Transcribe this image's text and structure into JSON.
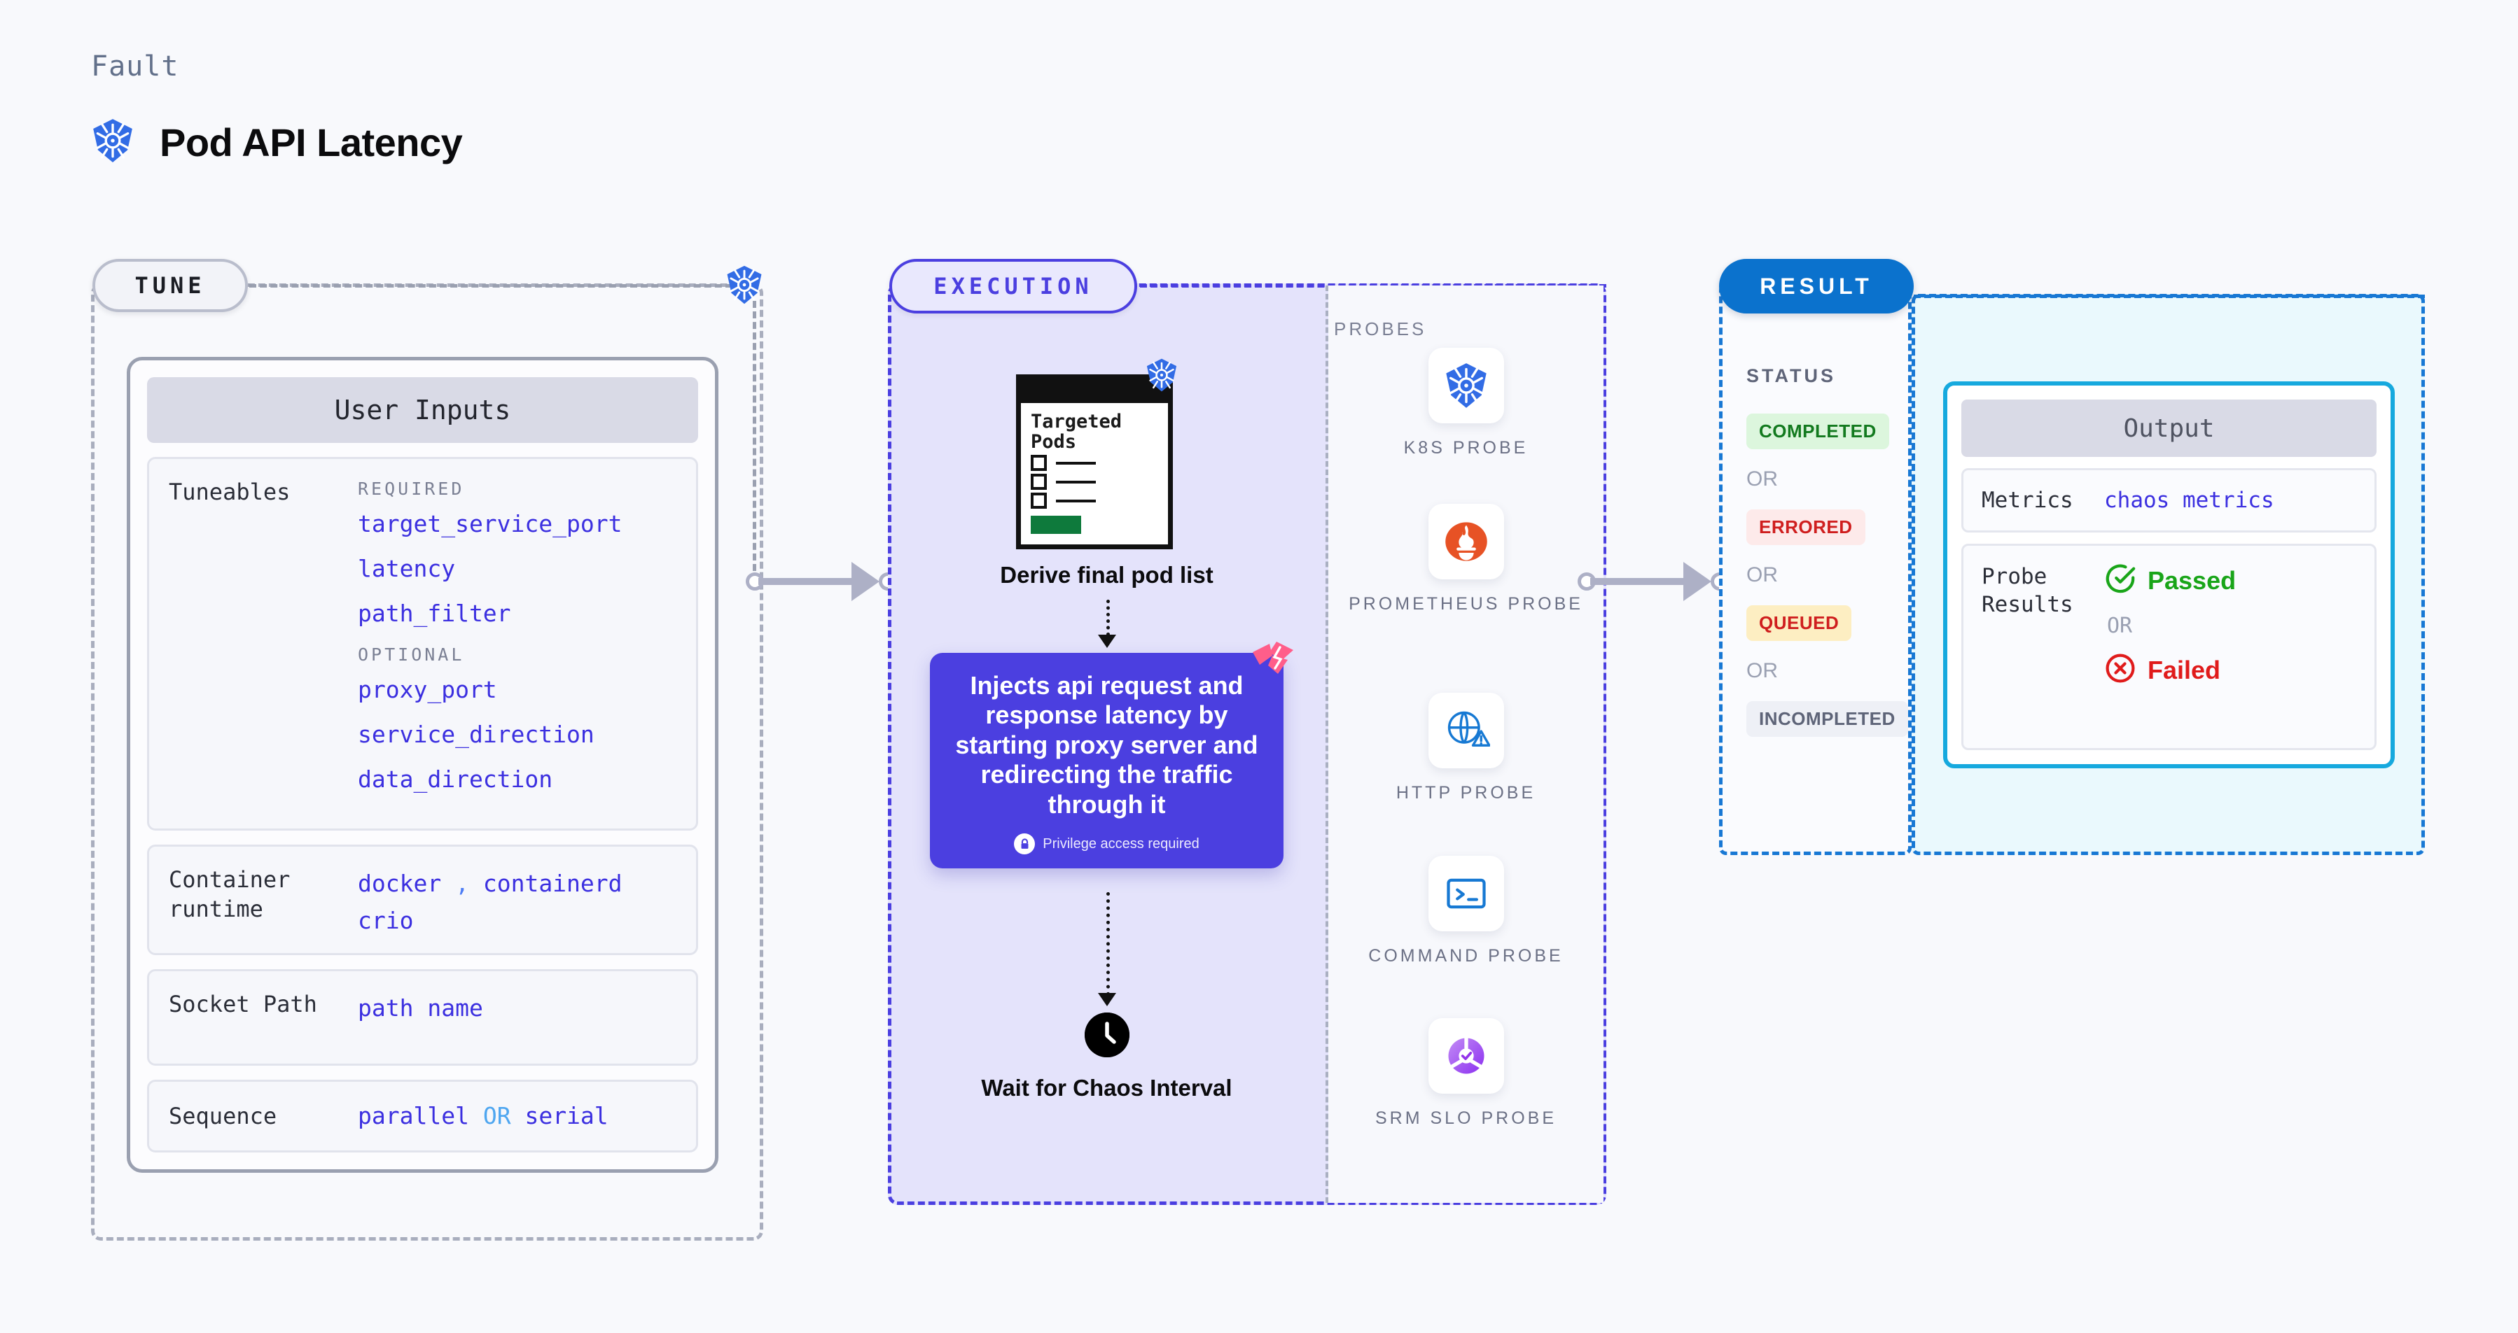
{
  "header": {
    "kicker": "Fault",
    "title": "Pod API Latency",
    "icon": "kubernetes-icon"
  },
  "tune": {
    "pill": "TUNE",
    "card_title": "User Inputs",
    "tuneables": {
      "label": "Tuneables",
      "required_label": "REQUIRED",
      "required": [
        "target_service_port",
        "latency",
        "path_filter"
      ],
      "optional_label": "OPTIONAL",
      "optional": [
        "proxy_port",
        "service_direction",
        "data_direction"
      ]
    },
    "rows": [
      {
        "label": "Container runtime",
        "values": [
          "docker",
          ",",
          "containerd",
          "crio"
        ]
      },
      {
        "label": "Socket Path",
        "values": [
          "path name"
        ]
      },
      {
        "label": "Sequence",
        "values": [
          "parallel",
          "OR",
          "serial"
        ]
      }
    ]
  },
  "execution": {
    "pill": "EXECUTION",
    "pods_card": {
      "title": "Targeted Pods",
      "icon": "kubernetes-icon",
      "rows": 3
    },
    "derive_label": "Derive final pod list",
    "inject": {
      "text": "Injects api request and response latency by starting proxy server and redirecting the traffic through it",
      "privilege": "Privilege access required",
      "badge_icon": "harness-logo-icon",
      "lock_icon": "lock-icon"
    },
    "wait": {
      "label": "Wait for Chaos Interval",
      "icon": "clock-icon"
    }
  },
  "probes": {
    "label": "PROBES",
    "items": [
      {
        "name": "K8S PROBE",
        "icon": "kubernetes-probe-icon"
      },
      {
        "name": "PROMETHEUS PROBE",
        "icon": "prometheus-probe-icon"
      },
      {
        "name": "HTTP PROBE",
        "icon": "http-probe-icon"
      },
      {
        "name": "COMMAND PROBE",
        "icon": "command-probe-icon"
      },
      {
        "name": "SRM SLO PROBE",
        "icon": "srm-slo-probe-icon"
      }
    ]
  },
  "result": {
    "pill": "RESULT",
    "status_label": "STATUS",
    "or_label": "OR",
    "statuses": [
      {
        "text": "COMPLETED",
        "color": "#137a1f",
        "bg": "#dcf6dd"
      },
      {
        "text": "ERRORED",
        "color": "#cf1e1e",
        "bg": "#fdeaea"
      },
      {
        "text": "QUEUED",
        "color": "#cf1e1e",
        "bg": "#fdeec2"
      },
      {
        "text": "INCOMPLETED",
        "color": "#5e6478",
        "bg": "#eef0f6"
      }
    ],
    "output": {
      "title": "Output",
      "metrics_label": "Metrics",
      "metrics_value": "chaos metrics",
      "probe_results_label": "Probe Results",
      "passed": "Passed",
      "failed": "Failed",
      "or_label": "OR",
      "passed_icon": "check-circle-icon",
      "failed_icon": "x-circle-icon"
    }
  },
  "colors": {
    "accent_purple": "#4b3fe0",
    "accent_blue": "#0b72cd",
    "k8s_blue": "#326ce5",
    "harness_pink": "#ff5e8a",
    "green": "#137a1f",
    "red": "#cf1e1e"
  }
}
